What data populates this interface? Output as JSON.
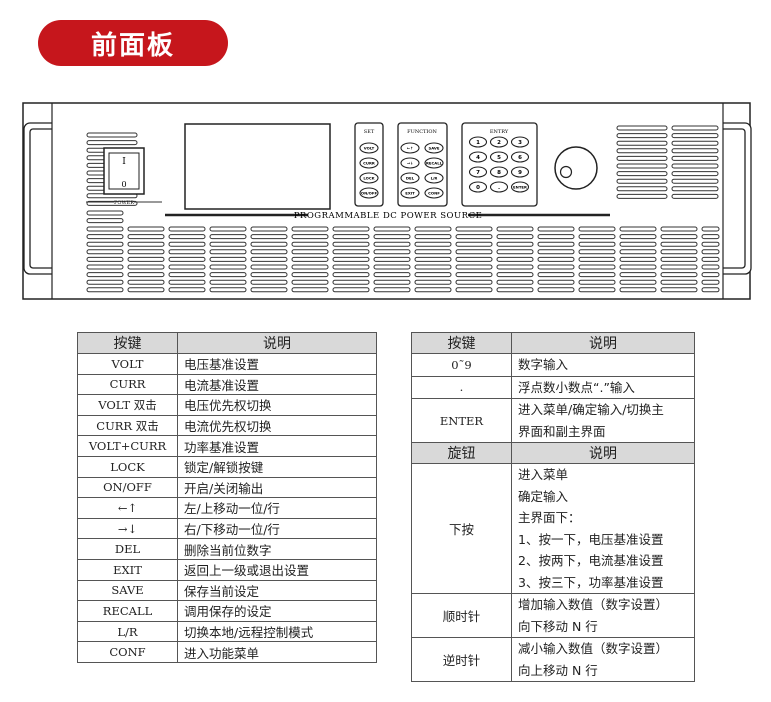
{
  "header": {
    "title": "前面板"
  },
  "panel": {
    "power_label": "POWER",
    "switch_on": "I",
    "switch_off": "0",
    "set_group": {
      "label": "SET",
      "keys": [
        "VOLT",
        "CURR",
        "LOCK",
        "ON/OFF"
      ]
    },
    "function_group": {
      "label": "FUNCTION",
      "keys": [
        "←↑",
        "SAVE",
        "→↓",
        "RECALL",
        "DEL",
        "L/R",
        "EXIT",
        "CONF"
      ]
    },
    "entry_group": {
      "label": "ENTRY",
      "keys": [
        "1",
        "2",
        "3",
        "4",
        "5",
        "6",
        "7",
        "8",
        "9",
        "0",
        ".",
        "ENTER"
      ]
    },
    "model_text": "PROGRAMMABLE DC POWER SOURCE"
  },
  "left_table": {
    "headers": [
      "按键",
      "说明"
    ],
    "rows": [
      {
        "key": "VOLT",
        "desc": "电压基准设置"
      },
      {
        "key": "CURR",
        "desc": "电流基准设置"
      },
      {
        "key": "VOLT 双击",
        "desc": "电压优先权切换"
      },
      {
        "key": "CURR 双击",
        "desc": "电流优先权切换"
      },
      {
        "key": "VOLT+CURR",
        "desc": "功率基准设置"
      },
      {
        "key": "LOCK",
        "desc": "锁定/解锁按键"
      },
      {
        "key": "ON/OFF",
        "desc": "开启/关闭输出"
      },
      {
        "key": "←↑",
        "desc": "左/上移动一位/行"
      },
      {
        "key": "→↓",
        "desc": "右/下移动一位/行"
      },
      {
        "key": "DEL",
        "desc": "删除当前位数字"
      },
      {
        "key": "EXIT",
        "desc": "返回上一级或退出设置"
      },
      {
        "key": "SAVE",
        "desc": "保存当前设定"
      },
      {
        "key": "RECALL",
        "desc": "调用保存的设定"
      },
      {
        "key": "L/R",
        "desc": "切换本地/远程控制模式"
      },
      {
        "key": "CONF",
        "desc": "进入功能菜单"
      }
    ]
  },
  "right_table": {
    "headers": [
      "按键",
      "说明"
    ],
    "rows": [
      {
        "key": "0˜9",
        "desc": [
          "数字输入"
        ]
      },
      {
        "key": ".",
        "desc": [
          "浮点数小数点“.”输入"
        ]
      },
      {
        "key": "ENTER",
        "desc": [
          "进入菜单/确定输入/切换主",
          "界面和副主界面"
        ]
      }
    ],
    "knob_headers": [
      "旋钮",
      "说明"
    ],
    "knob_rows": [
      {
        "key": "下按",
        "desc": [
          "进入菜单",
          "确定输入",
          "主界面下：",
          "1、按一下，电压基准设置",
          "2、按两下，电流基准设置",
          "3、按三下，功率基准设置"
        ]
      },
      {
        "key": "顺时针",
        "desc": [
          "增加输入数值（数字设置）",
          "向下移动 N 行"
        ]
      },
      {
        "key": "逆时针",
        "desc": [
          "减小输入数值（数字设置）",
          "向上移动 N 行"
        ]
      }
    ]
  }
}
